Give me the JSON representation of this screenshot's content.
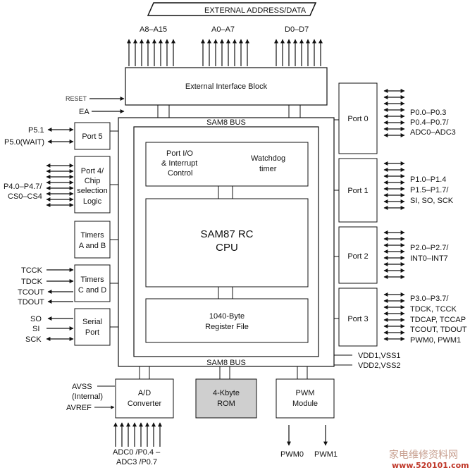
{
  "top": {
    "banner": "EXTERNAL ADDRESS/DATA",
    "bus_high": "A8–A15",
    "bus_low": "A0–A7",
    "bus_data": "D0–D7"
  },
  "bus": {
    "top_label": "SAM8 BUS",
    "bottom_label": "SAM8 BUS"
  },
  "blocks": {
    "external_interface": "External Interface Block",
    "port_io_line1": "Port I/O",
    "port_io_line2": "& Interrupt",
    "port_io_line3": "Control",
    "watchdog_line1": "Watchdog",
    "watchdog_line2": "timer",
    "cpu_line1": "SAM87 RC",
    "cpu_line2": "CPU",
    "register_line1": "1040-Byte",
    "register_line2": "Register File",
    "port5": "Port 5",
    "port4_line1": "Port 4/",
    "port4_line2": "Chip",
    "port4_line3": "selection",
    "port4_line4": "Logic",
    "timers_ab_line1": "Timers",
    "timers_ab_line2": "A and B",
    "timers_cd_line1": "Timers",
    "timers_cd_line2": "C and D",
    "serial_line1": "Serial",
    "serial_line2": "Port",
    "port0": "Port 0",
    "port1": "Port 1",
    "port2": "Port 2",
    "port3": "Port 3",
    "ad_line1": "A/D",
    "ad_line2": "Converter",
    "rom_line1": "4-Kbyte",
    "rom_line2": "ROM",
    "pwm_line1": "PWM",
    "pwm_line2": "Module"
  },
  "left_signals": {
    "reset": "RESET",
    "ea": "EA",
    "p5_1": "P5.1",
    "p5_0": "P5.0(WAIT)",
    "p4_line1": "P4.0–P4.7/",
    "p4_line2": "CS0–CS4",
    "tcck": "TCCK",
    "tdck": "TDCK",
    "tcout": "TCOUT",
    "tdout": "TDOUT",
    "so": "SO",
    "si": "SI",
    "sck": "SCK",
    "avss": "AVSS",
    "avss_sub": "(Internal)",
    "avref": "AVREF"
  },
  "right_signals": {
    "p0_line1": "P0.0–P0.3",
    "p0_line2": "P0.4–P0.7/",
    "p0_line3": "ADC0–ADC3",
    "p1_line1": "P1.0–P1.4",
    "p1_line2": "P1.5–P1.7/",
    "p1_line3": "SI, SO, SCK",
    "p2_line1": "P2.0–P2.7/",
    "p2_line2": "INT0–INT7",
    "p3_line1": "P3.0–P3.7/",
    "p3_line2": "TDCK, TCCK",
    "p3_line3": "TDCAP, TCCAP",
    "p3_line4": "TCOUT, TDOUT",
    "p3_line5": "PWM0, PWM1",
    "vdd1": "VDD1,VSS1",
    "vdd2": "VDD2,VSS2"
  },
  "bottom_signals": {
    "adc_line1": "ADC0 /P0.4 –",
    "adc_line2": "ADC3 /P0.7",
    "pwm0": "PWM0",
    "pwm1": "PWM1"
  },
  "watermark": {
    "text": "家电维修资料网",
    "url": "www.520101.com"
  }
}
